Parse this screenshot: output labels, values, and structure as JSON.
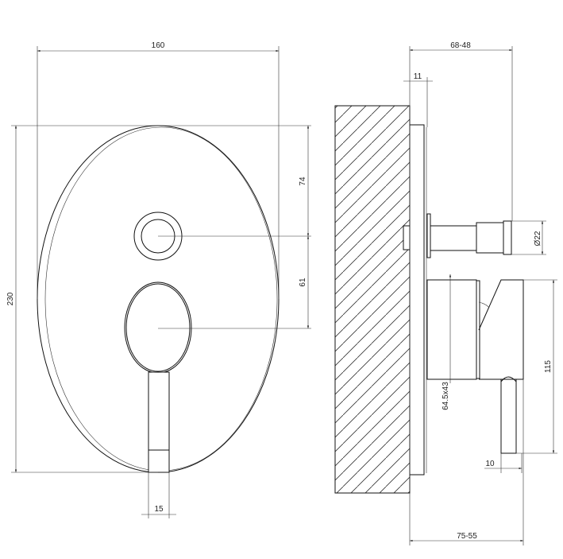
{
  "front_view": {
    "width_dim": "160",
    "height_dim": "230",
    "upper_dim": "74",
    "lower_dim": "61",
    "lever_width_dim": "15"
  },
  "side_view": {
    "projection_dim": "68-48",
    "plate_dim": "11",
    "diameter_dim": "Ø22",
    "body_dim": "64.5x43",
    "lever_height_dim": "115",
    "lever_width_dim": "10",
    "depth_dim": "75-55"
  }
}
